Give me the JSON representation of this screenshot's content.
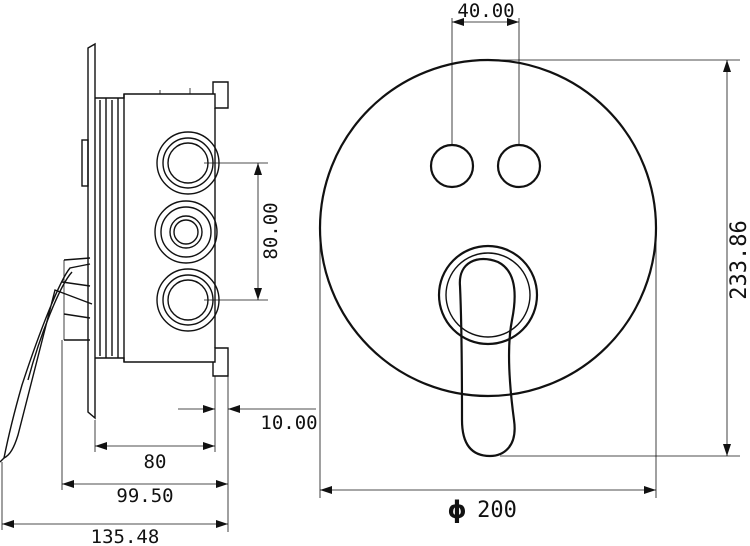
{
  "dimensions": {
    "button_spacing": "40.00",
    "height": "233.86",
    "outlet_spacing": "80.00",
    "wall_offset": "10.00",
    "box_depth": "80",
    "plate_depth": "99.50",
    "total_depth": "135.48",
    "plate_diameter_symbol": "ϕ",
    "plate_diameter": "200"
  }
}
